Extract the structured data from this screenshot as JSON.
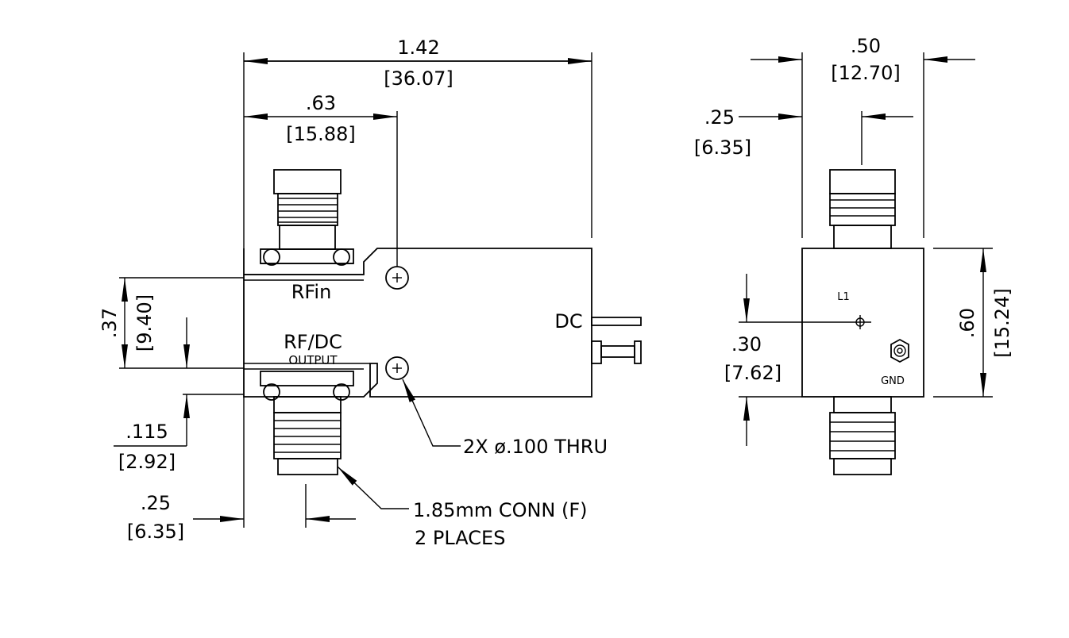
{
  "front_view": {
    "width_in": "1.42",
    "width_mm": "[36.07]",
    "hole_offset_in": ".63",
    "hole_offset_mm": "[15.88]",
    "port_spacing_in": ".37",
    "port_spacing_mm": "[9.40]",
    "edge_in": ".115",
    "edge_mm": "[2.92]",
    "conn_offset_in": ".25",
    "conn_offset_mm": "[6.35]",
    "rf_in_label": "RFin",
    "rf_dc_label": "RF/DC",
    "output_label": "OUTPUT",
    "dc_label": "DC",
    "thru_note": "2X ø.100 THRU",
    "conn_note_line1": "1.85mm CONN (F)",
    "conn_note_line2": "2 PLACES"
  },
  "side_view": {
    "width_in": ".50",
    "width_mm": "[12.70]",
    "offset_in": ".25",
    "offset_mm": "[6.35]",
    "height_in": ".60",
    "height_mm": "[15.24]",
    "mid_in": ".30",
    "mid_mm": "[7.62]",
    "l1_label": "L1",
    "gnd_label": "GND"
  }
}
